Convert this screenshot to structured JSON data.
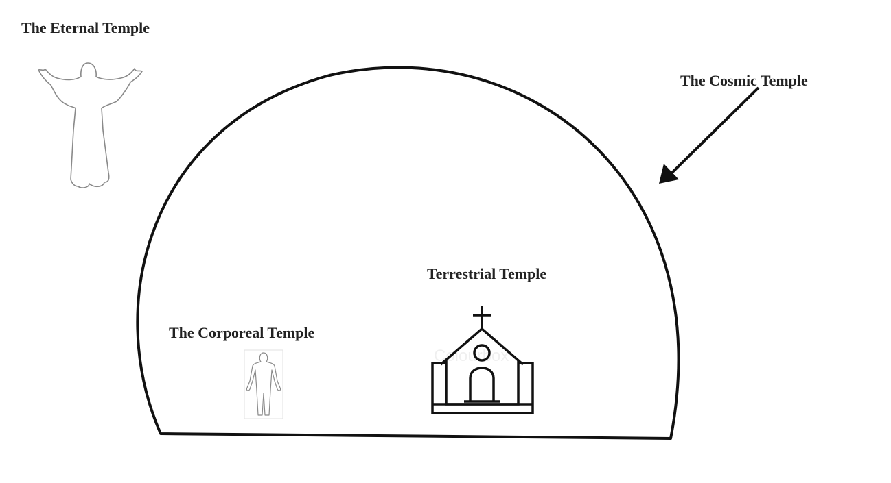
{
  "labels": {
    "eternal": "The Eternal Temple",
    "cosmic": "The Cosmic Temple",
    "terrestrial": "Terrestrial Temple",
    "corporeal": "The Corporeal Temple"
  },
  "watermark": "Colourbox",
  "icons": {
    "eternal": "robed-figure-arms-raised-icon",
    "terrestrial": "church-icon",
    "corporeal": "human-body-icon"
  },
  "colors": {
    "stroke": "#111111",
    "outline_gray": "#8a8a8a",
    "text": "#222222"
  }
}
